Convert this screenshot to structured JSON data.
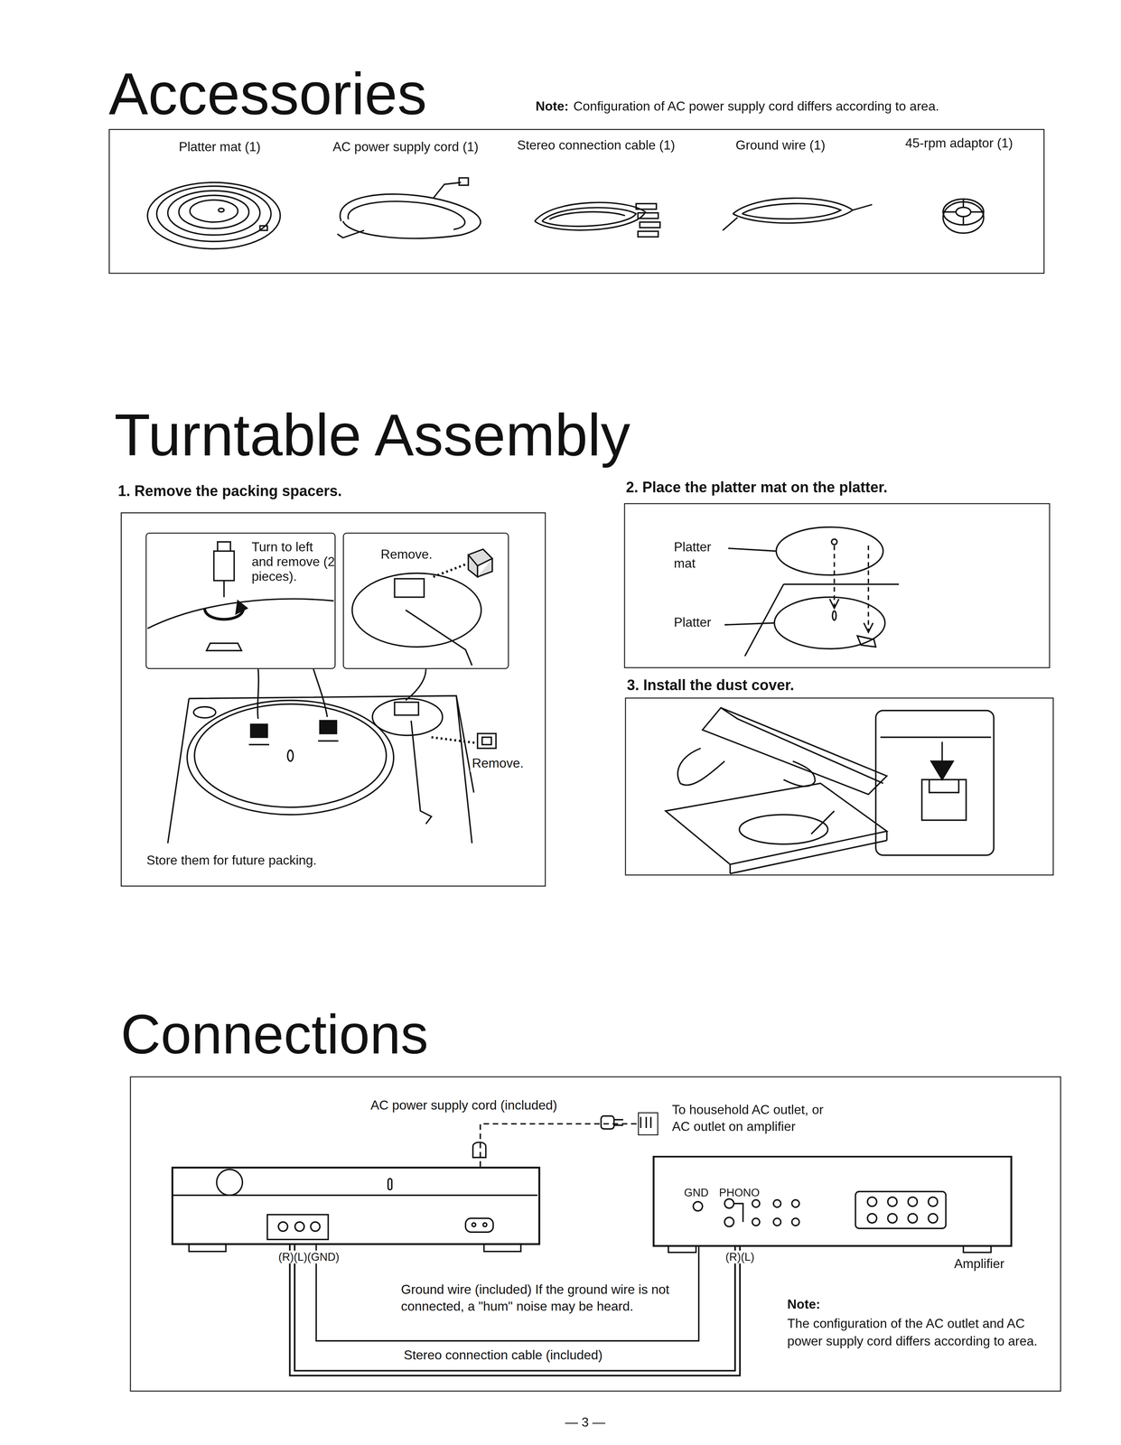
{
  "diagram": {
    "nodes": [
      {
        "text": [
          "Platter mat (1)",
          "AC power supply cord (1)",
          "Stereo connection cable (1)",
          "Ground wire (1)",
          "45-rpm adaptor (1)"
        ]
      },
      {
        "text": [
          "1. Remove the packing spacers.",
          "Store them for future packing."
        ]
      },
      {
        "text": [
          "Turn to left and remove (2 pieces)."
        ],
        "in": 1
      },
      {
        "text": [
          "Remove."
        ],
        "in": 1
      },
      {
        "text": [
          "2. Place the platter mat on the platter.",
          "Platter mat",
          "Platter"
        ]
      },
      {
        "text": [
          "3. Install the dust cover."
        ]
      },
      {
        "text": [
          "Note:",
          "The configuration of the AC outlet and AC power supply cord differs according to area."
        ]
      },
      {
        "text": [
          "(R)(L)(GND)"
        ],
        "in": 6
      },
      {
        "text": [
          "GND",
          "PHONO",
          "(R)(L)",
          "Amplifier"
        ],
        "in": 6
      },
      {
        "text": [
          "To household AC outlet, or AC outlet on amplifier"
        ],
        "in": 6
      }
    ],
    "edges": [
      {
        "from": 7,
        "to": 9,
        "arrow": "none",
        "label": "AC power supply cord (included)"
      },
      {
        "from": 7,
        "to": 8,
        "arrow": "none",
        "label": "Ground wire (included) If the ground wire is not connected, a \"hum\" noise may be heard."
      },
      {
        "from": 7,
        "to": 8,
        "arrow": "none",
        "label": "Stereo connection cable (included)"
      }
    ],
    "labels": [
      "Accessories",
      "Note:",
      "Configuration of AC power supply cord differs according to area.",
      "Turntable Assembly",
      "Remove.",
      "Connections",
      "— 3 —"
    ]
  }
}
